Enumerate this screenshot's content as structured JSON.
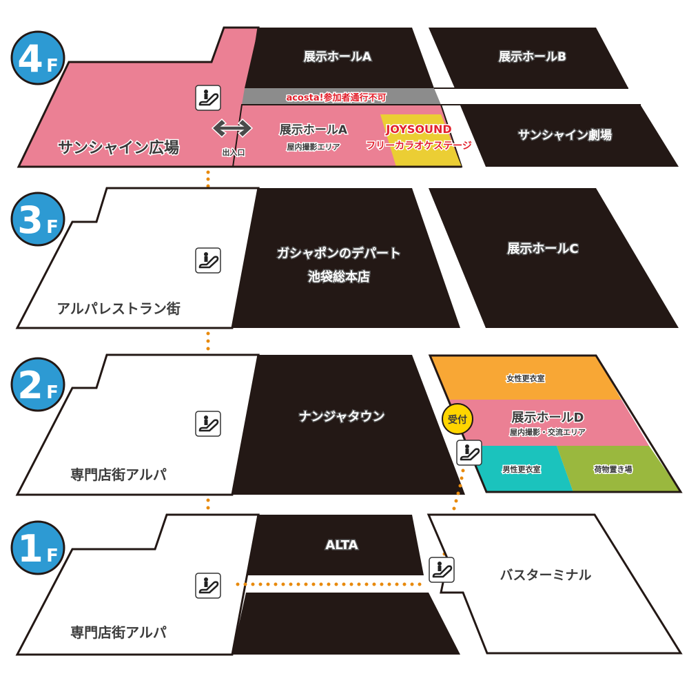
{
  "colors": {
    "dark": "#231815",
    "pink": "#eb8094",
    "gray": "#8c8c8c",
    "yellow": "#ebce34",
    "orange": "#f8a735",
    "teal": "#1bc3bd",
    "green": "#9ab83e",
    "blue": "#2d9ad3",
    "route": "#e88a0d",
    "reception": "#ffd500"
  },
  "floors": {
    "f4": {
      "badge_num": "4",
      "badge_suffix": "F",
      "plaza": "サンシャイン広場",
      "hall_a_top": "展示ホールA",
      "hall_b": "展示ホールB",
      "notice": "acosta!参加者通行不可",
      "hall_a_lower": "展示ホールA",
      "hall_a_sub": "屋内撮影エリア",
      "entrance": "出入口",
      "joysound_logo": "JOYSOUND",
      "joysound_stage": "フリーカラオケステージ",
      "theater": "サンシャイン劇場"
    },
    "f3": {
      "badge_num": "3",
      "badge_suffix": "F",
      "restaurant": "アルパレストラン街",
      "gashapon_line1": "ガシャポンのデパート",
      "gashapon_line2": "池袋総本店",
      "hall_c": "展示ホールC"
    },
    "f2": {
      "badge_num": "2",
      "badge_suffix": "F",
      "shops": "専門店街アルパ",
      "namja": "ナンジャタウン",
      "womens_room": "女性更衣室",
      "hall_d": "展示ホールD",
      "hall_d_sub": "屋内撮影・交流エリア",
      "mens_room": "男性更衣室",
      "baggage": "荷物置き場",
      "reception": "受付"
    },
    "f1": {
      "badge_num": "1",
      "badge_suffix": "F",
      "shops": "専門店街アルパ",
      "alta": "ALTA",
      "bus_terminal": "バスターミナル"
    }
  },
  "icons": {
    "escalator": "escalator-icon",
    "entrance_arrow": "double-arrow-icon"
  }
}
